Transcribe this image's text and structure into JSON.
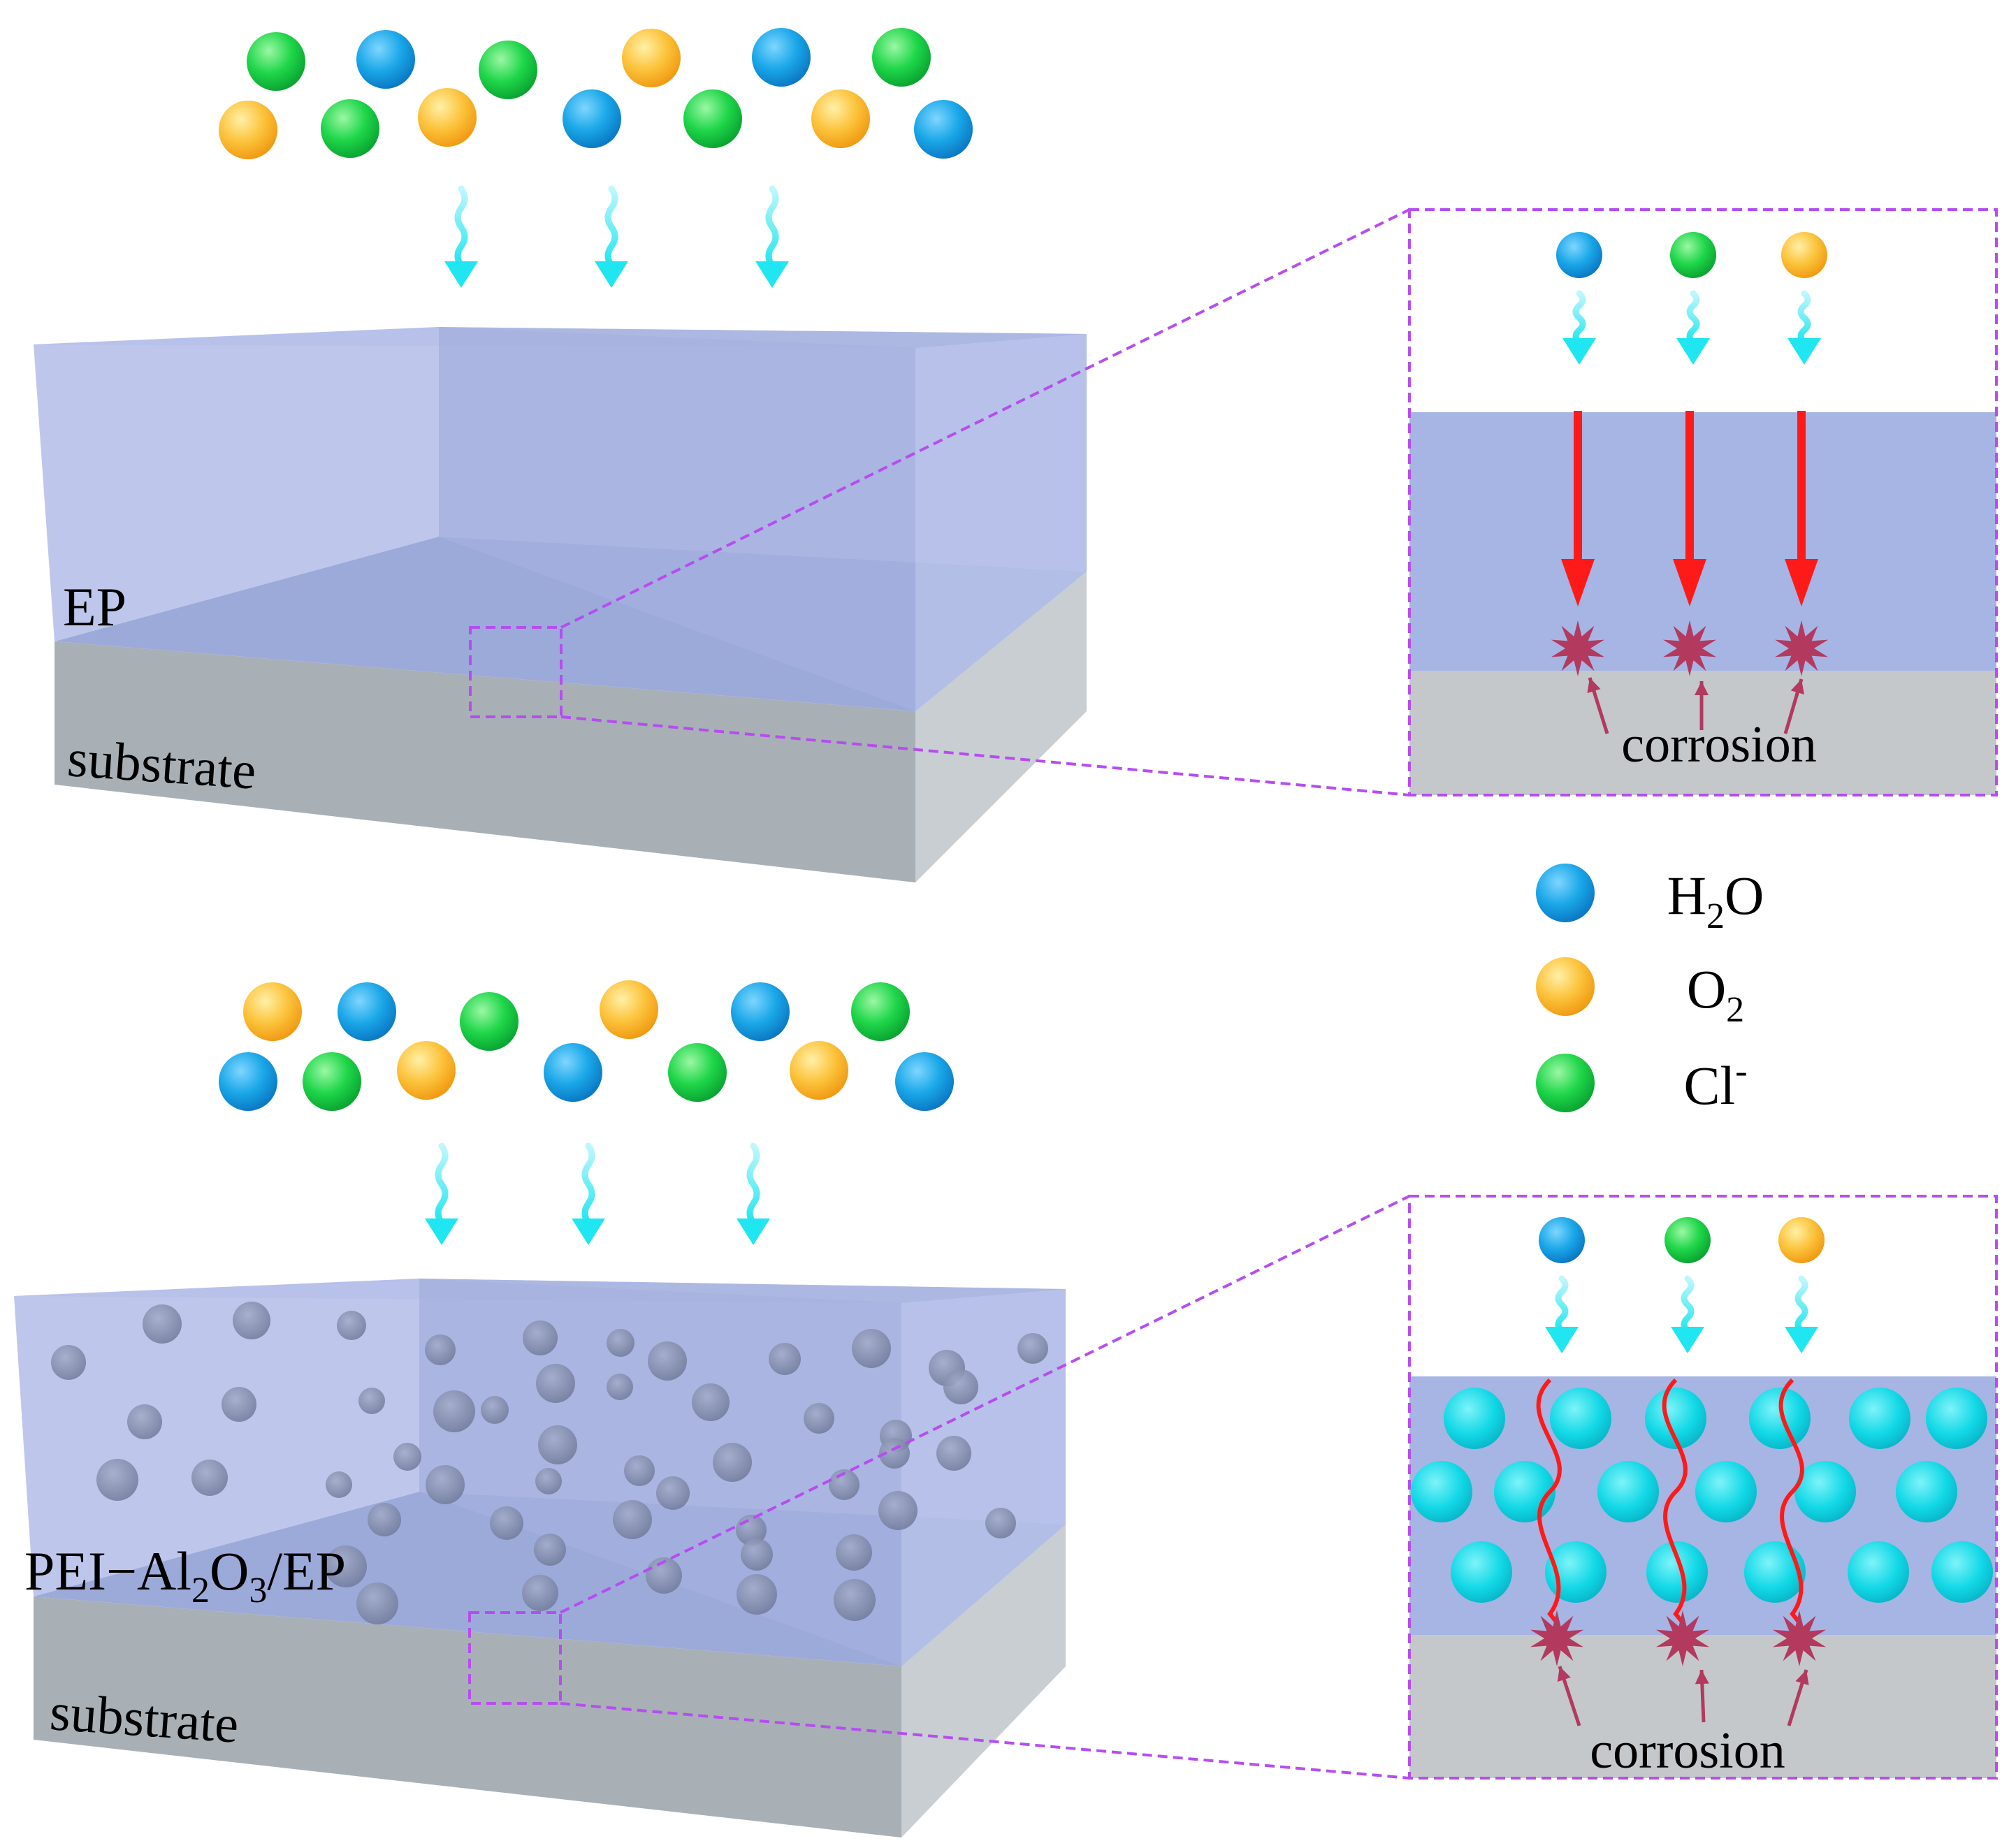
{
  "colors": {
    "h2o": "#1aa7e8",
    "o2": "#fcc33c",
    "cl": "#1fd64a",
    "filler": "#12d8e6",
    "coating": "#a6b5e3",
    "substrate": "#b4bdc0",
    "arrow": "#1fe6f0",
    "penetration": "#ff1a1a",
    "corrosion": "#b3395f",
    "zoom_frame": "#b64df0"
  },
  "top": {
    "coating_label": "EP",
    "substrate_label": "substrate",
    "zoom": {
      "path": "direct",
      "corrosion_label": "corrosion"
    }
  },
  "bottom": {
    "coating_label_parts": {
      "a": "PEI−Al",
      "sub1": "2",
      "b": "O",
      "sub2": "3",
      "c": "/EP"
    },
    "substrate_label": "substrate",
    "zoom": {
      "path": "tortuous",
      "corrosion_label": "corrosion"
    }
  },
  "legend": {
    "items": [
      {
        "key": "h2o",
        "name": "H",
        "sub": "2",
        "tail": "O",
        "sup": ""
      },
      {
        "key": "o2",
        "name": "O",
        "sub": "2",
        "tail": "",
        "sup": ""
      },
      {
        "key": "cl",
        "name": "Cl",
        "sub": "",
        "tail": "",
        "sup": "-"
      }
    ]
  }
}
